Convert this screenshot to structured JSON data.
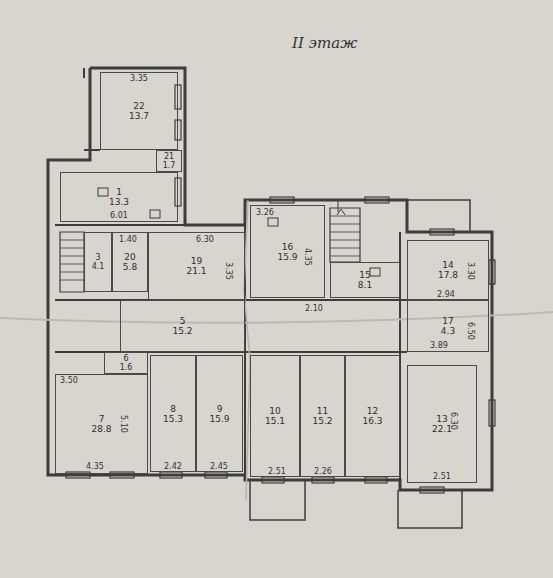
{
  "diagram": {
    "title": "II этаж",
    "nodes": [
      {
        "text": [
          "22",
          "13.7"
        ]
      },
      {
        "text": [
          "21",
          "1.7"
        ]
      },
      {
        "text": [
          "1",
          "13.3"
        ]
      },
      {
        "text": [
          "3",
          "4.1"
        ]
      },
      {
        "text": [
          "20",
          "5.8"
        ]
      },
      {
        "text": [
          "19",
          "21.1"
        ]
      },
      {
        "text": [
          "16",
          "15.9"
        ]
      },
      {
        "text": [
          "15",
          "8.1"
        ]
      },
      {
        "text": [
          "14",
          "17.8"
        ]
      },
      {
        "text": [
          "17",
          "4.3"
        ]
      },
      {
        "text": [
          "5",
          "15.2"
        ]
      },
      {
        "text": [
          "6",
          "1.6"
        ]
      },
      {
        "text": [
          "7",
          "28.8"
        ]
      },
      {
        "text": [
          "8",
          "15.3"
        ]
      },
      {
        "text": [
          "9",
          "15.9"
        ]
      },
      {
        "text": [
          "10",
          "15.1"
        ]
      },
      {
        "text": [
          "11",
          "15.2"
        ]
      },
      {
        "text": [
          "12",
          "16.3"
        ]
      },
      {
        "text": [
          "13",
          "22.1"
        ]
      }
    ],
    "labels": [
      "3.35",
      "6.01",
      "1.40",
      "6.30",
      "3.35",
      "3.26",
      "4.35",
      "3.30",
      "2.94",
      "6.50",
      "3.89",
      "3.50",
      "5.10",
      "4.35",
      "2.42",
      "2.45",
      "2.51",
      "2.26",
      "6.30",
      "2.51",
      "2.10"
    ]
  }
}
